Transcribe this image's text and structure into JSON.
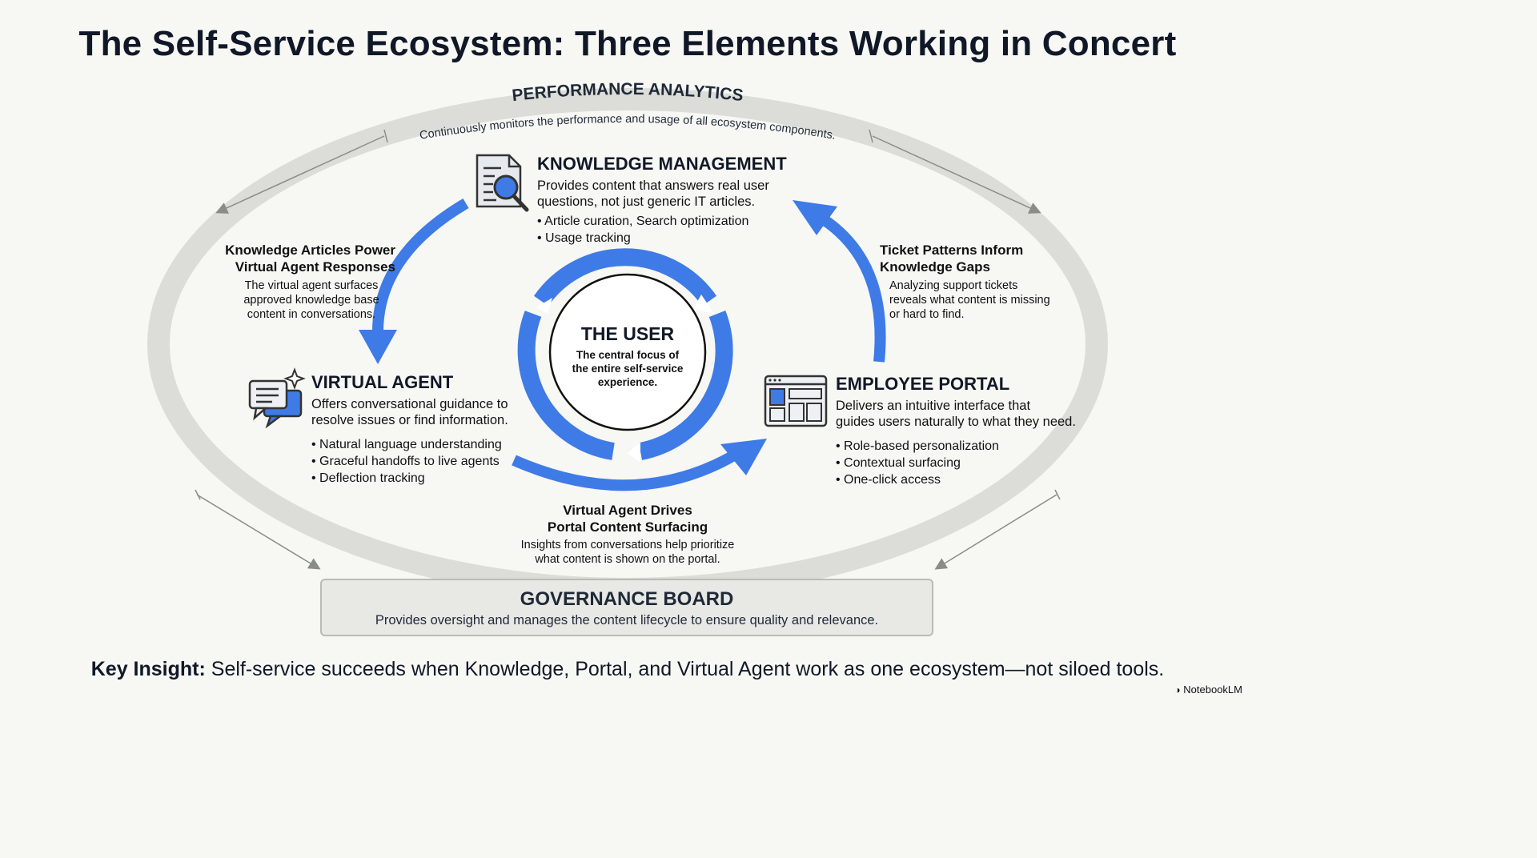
{
  "title": "The Self-Service Ecosystem: Three Elements Working in Concert",
  "performance_analytics": {
    "title": "PERFORMANCE ANALYTICS",
    "description": "Continuously monitors the performance and usage of all ecosystem components."
  },
  "knowledge_management": {
    "title": "KNOWLEDGE MANAGEMENT",
    "description_lines": [
      "Provides content that answers real user",
      "questions, not just generic IT articles."
    ],
    "bullets": [
      "Article curation, Search optimization",
      "Usage tracking"
    ],
    "icon": "document-search-icon"
  },
  "virtual_agent": {
    "title": "VIRTUAL AGENT",
    "description_lines": [
      "Offers conversational guidance to",
      "resolve issues or find information."
    ],
    "bullets": [
      "Natural language understanding",
      "Graceful handoffs to live agents",
      "Deflection tracking"
    ],
    "icon": "chat-bubbles-sparkle-icon"
  },
  "employee_portal": {
    "title": "EMPLOYEE PORTAL",
    "description_lines": [
      "Delivers an intuitive interface that",
      "guides users naturally to what they need."
    ],
    "bullets": [
      "Role-based personalization",
      "Contextual surfacing",
      "One-click access"
    ],
    "icon": "browser-layout-icon"
  },
  "user": {
    "title": "THE USER",
    "description_lines": [
      "The central focus of",
      "the entire self-service",
      "experience."
    ]
  },
  "flows": {
    "km_to_va": {
      "title_lines": [
        "Knowledge Articles Power",
        "Virtual Agent Responses"
      ],
      "desc_lines": [
        "The virtual agent surfaces",
        "approved knowledge base",
        "content in conversations."
      ]
    },
    "portal_to_km": {
      "title_lines": [
        "Ticket Patterns Inform",
        "Knowledge Gaps"
      ],
      "desc_lines": [
        "Analyzing support tickets",
        "reveals what content is missing",
        "or hard to find."
      ]
    },
    "va_to_portal": {
      "title_lines": [
        "Virtual Agent Drives",
        "Portal Content Surfacing"
      ],
      "desc_lines": [
        "Insights from conversations help prioritize",
        "what content is shown on the portal."
      ]
    }
  },
  "governance_board": {
    "title": "GOVERNANCE BOARD",
    "description": "Provides oversight and manages the content lifecycle to ensure quality and relevance."
  },
  "key_insight": {
    "label": "Key Insight:",
    "text": "Self-service succeeds when Knowledge, Portal, and Virtual Agent work as one ecosystem—not siloed tools."
  },
  "branding": "NotebookLM",
  "colors": {
    "accent_blue": "#3f7be6",
    "ring_gray": "#dcdcd8",
    "gov_fill": "#e8e8e5"
  }
}
